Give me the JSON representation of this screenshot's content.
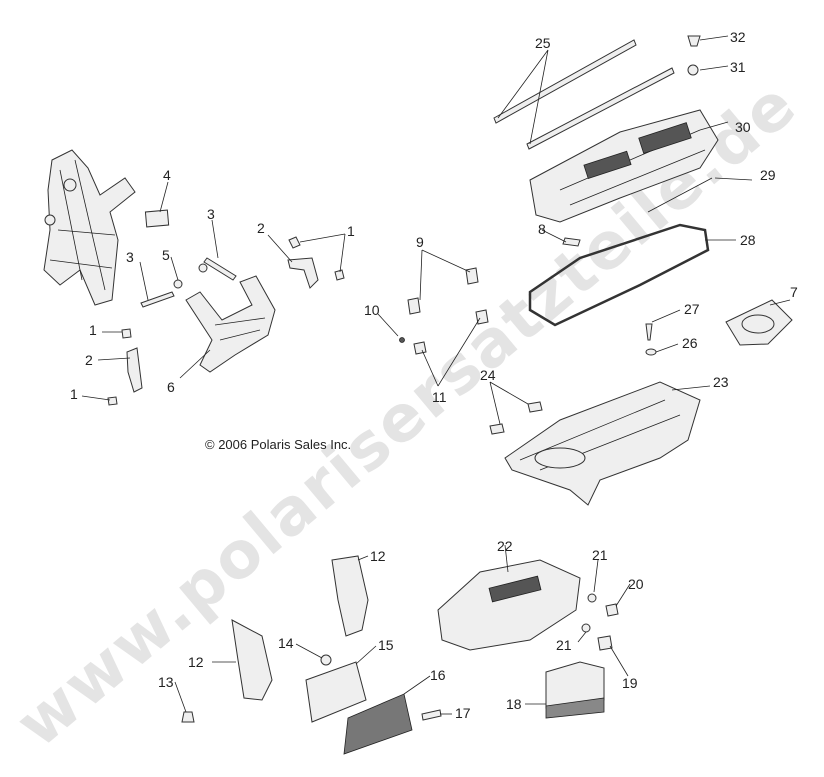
{
  "copyright": "© 2006 Polaris Sales Inc.",
  "watermark": "www.polarisersatzteile.de",
  "callouts": {
    "c1a": "1",
    "c1b": "1",
    "c1c": "1",
    "c2a": "2",
    "c2b": "2",
    "c3a": "3",
    "c3b": "3",
    "c4": "4",
    "c5": "5",
    "c6": "6",
    "c7": "7",
    "c8": "8",
    "c9": "9",
    "c10": "10",
    "c11": "11",
    "c12a": "12",
    "c12b": "12",
    "c13": "13",
    "c14": "14",
    "c15": "15",
    "c16": "16",
    "c17": "17",
    "c18": "18",
    "c19": "19",
    "c20": "20",
    "c21a": "21",
    "c21b": "21",
    "c22": "22",
    "c23": "23",
    "c24": "24",
    "c25": "25",
    "c26": "26",
    "c27": "27",
    "c28": "28",
    "c29": "29",
    "c30": "30",
    "c31": "31",
    "c32": "32"
  }
}
